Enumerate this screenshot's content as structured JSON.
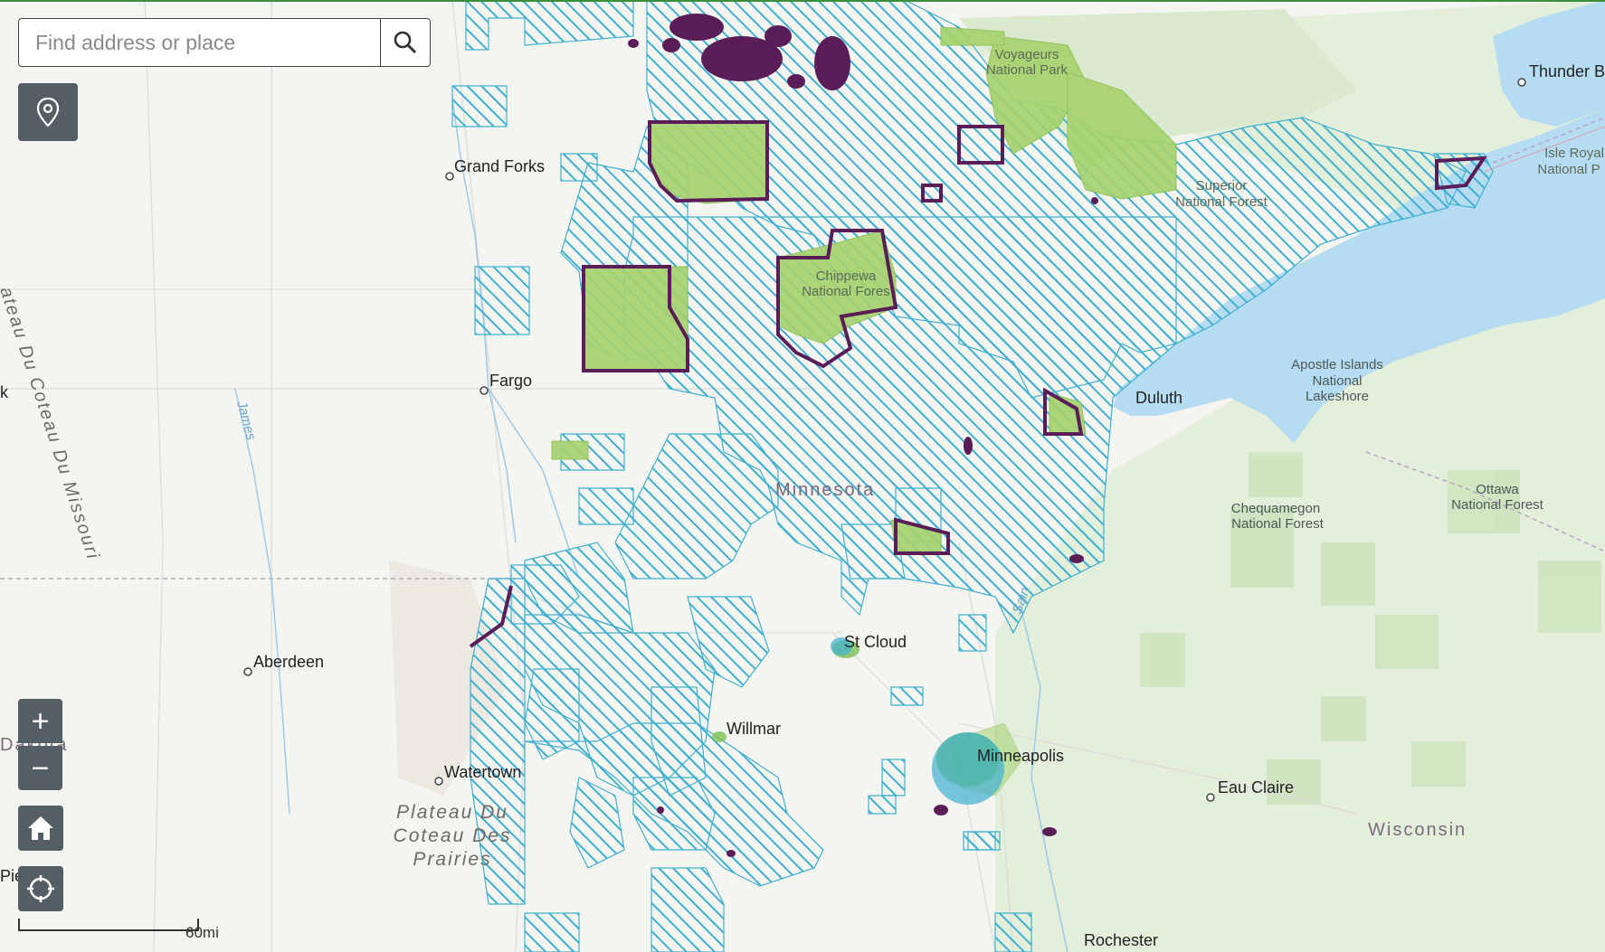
{
  "search": {
    "placeholder": "Find address or place"
  },
  "controls": {
    "zoom_in": "+",
    "zoom_out": "−",
    "scale_label": "60mi"
  },
  "colors": {
    "water": "#b6dcf2",
    "public_land_green": "#9fd06a",
    "hatch_blue": "#3fb0d0",
    "boundary_purple": "#5b1d57",
    "forest_tint": "#d8ead0",
    "control_bg": "#545e65"
  },
  "map": {
    "places": {
      "thunder_bay": "Thunder B",
      "grand_forks": "Grand Forks",
      "fargo": "Fargo",
      "duluth": "Duluth",
      "st_cloud": "St Cloud",
      "willmar": "Willmar",
      "minneapolis": "Minneapolis",
      "eau_claire": "Eau Claire",
      "rochester": "Rochester",
      "aberdeen": "Aberdeen",
      "watertown": "Watertown",
      "pierre": "Pierre",
      "dakota": "Dakota",
      "lake_edge": "k"
    },
    "regions": {
      "minnesota": "Minnesota",
      "wisconsin": "Wisconsin",
      "plateau_l1": "Plateau Du",
      "plateau_l2": "Coteau Des",
      "plateau_l3": "Prairies",
      "coteau_missouri": "ateau Du Coteau Du Missouri"
    },
    "parks": {
      "voyageurs_l1": "Voyageurs",
      "voyageurs_l2": "National Park",
      "superior_l1": "Superior",
      "superior_l2": "National Forest",
      "chippewa_l1": "Chippewa",
      "chippewa_l2": "National Fores",
      "apostle_l1": "Apostle Islands",
      "apostle_l2": "National",
      "apostle_l3": "Lakeshore",
      "isle_royale_l1": "Isle Royal",
      "isle_royale_l2": "National P",
      "ottawa_l1": "Ottawa",
      "ottawa_l2": "National Forest",
      "chequamegon_l1": "Chequamegon",
      "chequamegon_l2": "National Forest"
    },
    "rivers": {
      "james": "James",
      "saint": "Sain"
    }
  }
}
